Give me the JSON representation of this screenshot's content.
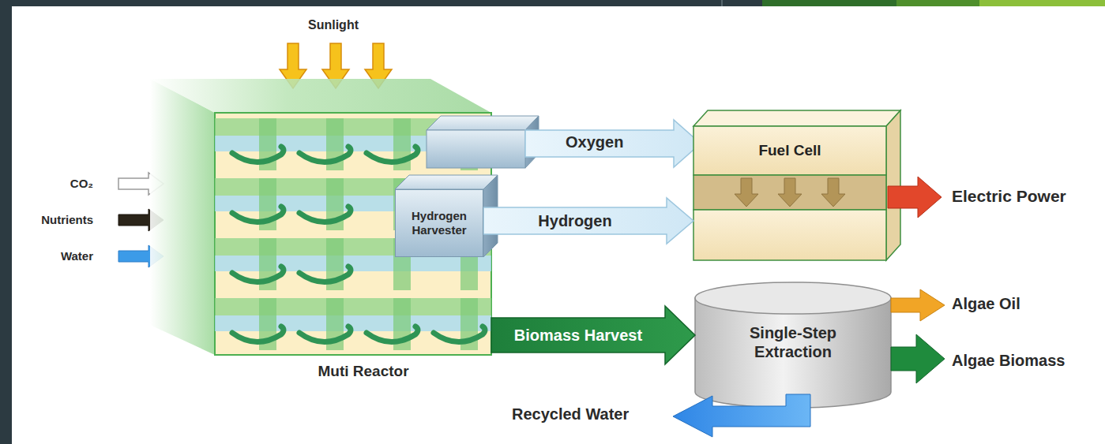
{
  "diagram": {
    "nodes": [
      {
        "text": [
          "Muti Reactor"
        ]
      },
      {
        "text": [
          "Hydrogen Harvester"
        ],
        "in": 0
      },
      {
        "text": [
          "Fuel Cell"
        ]
      },
      {
        "text": [
          "Single-Step Extraction"
        ]
      }
    ],
    "edges": [
      {
        "from": 1,
        "to": 2,
        "arrow": "to",
        "label": "Hydrogen"
      },
      {
        "from": 0,
        "to": 3,
        "arrow": "to",
        "label": "Biomass Harvest"
      }
    ],
    "labels": [
      "Sunlight",
      "CO₂",
      "Nutrients",
      "Water",
      "Oxygen",
      "Electric Power",
      "Algae Oil",
      "Algae Biomass",
      "Recycled Water"
    ]
  }
}
